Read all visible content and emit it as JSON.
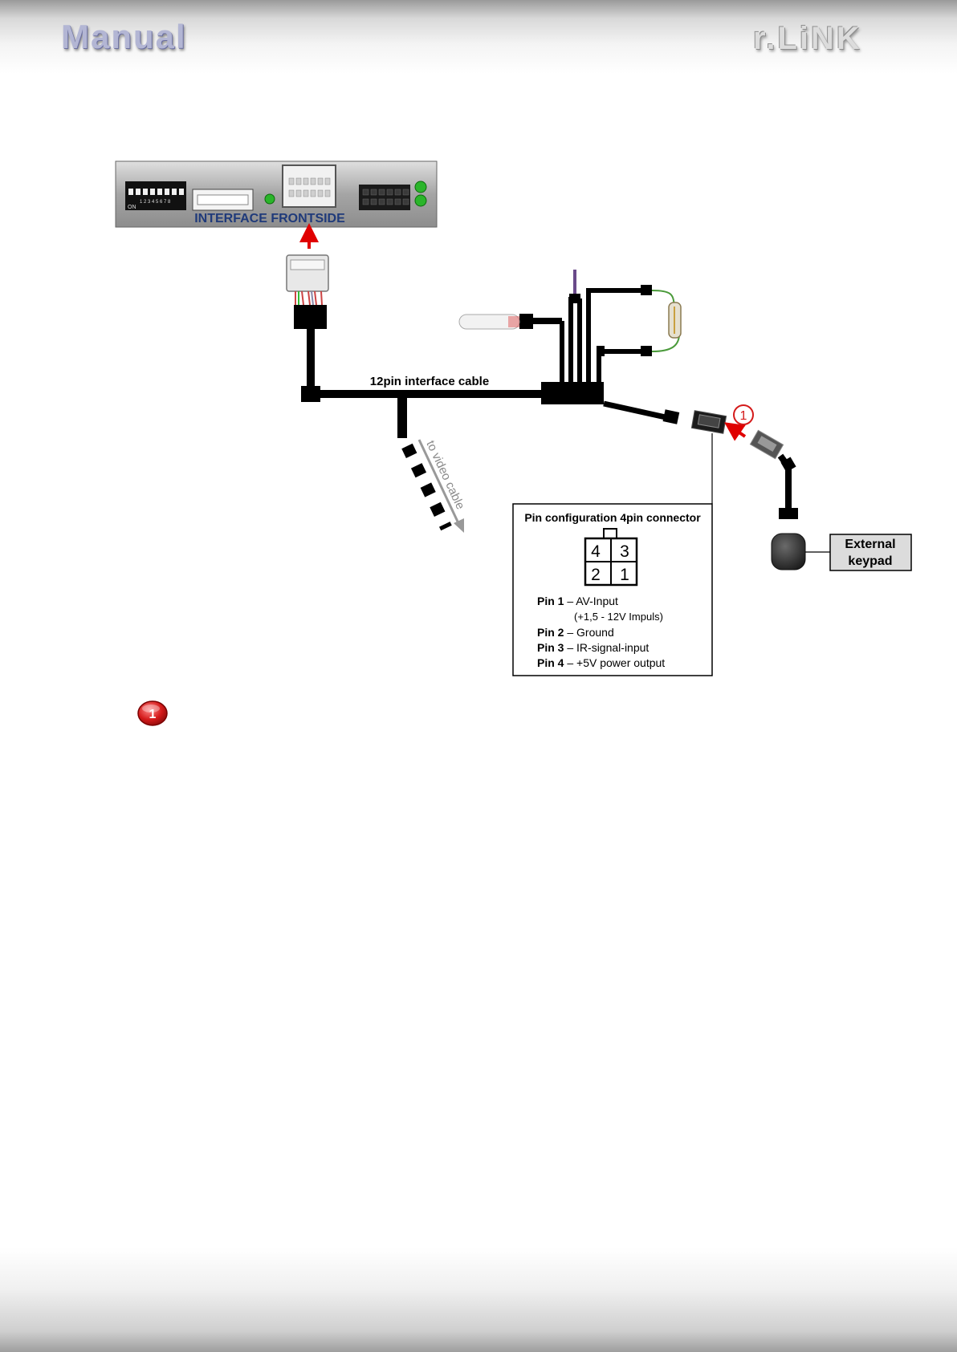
{
  "header": {
    "left_title": "Manual",
    "right_title": "r.LiNK"
  },
  "device": {
    "label": "INTERFACE FRONTSIDE",
    "dip_numbers": "1 2 3 4 5 6 7 8",
    "dip_on": "ON"
  },
  "cable": {
    "main_label": "12pin interface cable",
    "video_label": "to video cable"
  },
  "keypad": {
    "label_line1": "External",
    "label_line2": "keypad"
  },
  "pin_config": {
    "title": "Pin configuration 4pin connector",
    "grid": [
      "4",
      "3",
      "2",
      "1"
    ],
    "pins": [
      {
        "name": "Pin 1",
        "desc": " – AV-Input"
      },
      {
        "name": "",
        "desc": "(+1,5 - 12V Impuls)"
      },
      {
        "name": "Pin 2",
        "desc": " – Ground"
      },
      {
        "name": "Pin 3",
        "desc": " – IR-signal-input"
      },
      {
        "name": "Pin 4",
        "desc": " – +5V power output"
      }
    ]
  },
  "markers": {
    "diagram_marker": "1",
    "legend_marker": "1"
  },
  "colors": {
    "cable": "#000000",
    "arrow": "#e00000",
    "marker": "#d41a1a",
    "device_label": "#1f3a7a"
  }
}
